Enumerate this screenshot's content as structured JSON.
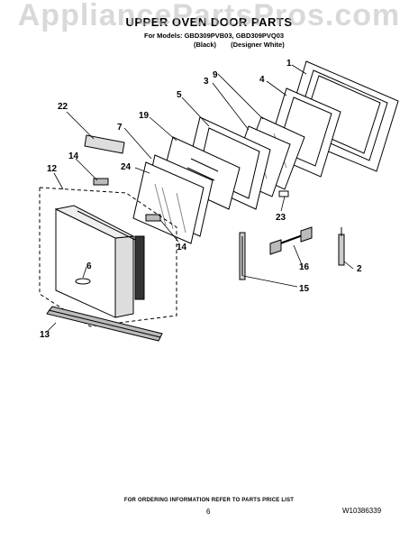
{
  "watermark": "AppliancePartsPros.com",
  "header": {
    "title": "UPPER OVEN DOOR PARTS",
    "models_line": "For Models: GBD309PVB03, GBD309PVQ03",
    "variant_black": "(Black)",
    "variant_white": "(Designer White)"
  },
  "callouts": [
    "1",
    "2",
    "3",
    "4",
    "5",
    "6",
    "7",
    "9",
    "12",
    "13",
    "14",
    "14",
    "15",
    "16",
    "19",
    "22",
    "23",
    "24"
  ],
  "footer": {
    "ordering_note": "FOR ORDERING INFORMATION REFER TO PARTS PRICE LIST",
    "page_number": "6",
    "doc_number": "W10386339"
  }
}
